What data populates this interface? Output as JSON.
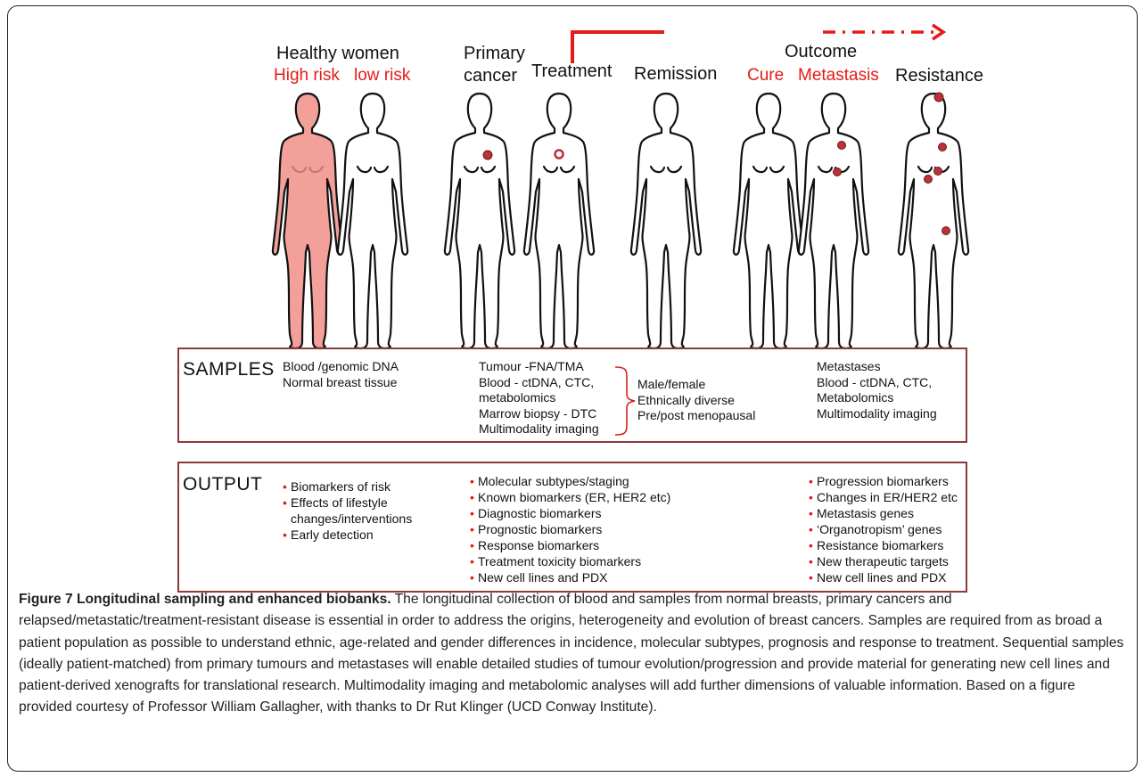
{
  "headers": {
    "healthy": "Healthy women",
    "high_risk": "High risk",
    "low_risk": "low risk",
    "primary_line1": "Primary",
    "primary_line2": "cancer",
    "treatment": "Treatment",
    "remission": "Remission",
    "outcome": "Outcome",
    "cure": "Cure",
    "metastasis": "Metastasis",
    "resistance": "Resistance"
  },
  "colors": {
    "accent_red": "#e41b17",
    "high_risk_fill": "#f4a09a",
    "tumour": "#b8323a",
    "box_border": "#8a3a3a"
  },
  "samples": {
    "label": "SAMPLES",
    "col1": [
      "Blood /genomic DNA",
      "Normal breast tissue"
    ],
    "col2": [
      "Tumour -FNA/TMA",
      "Blood - ctDNA, CTC,",
      "metabolomics",
      "Marrow biopsy  - DTC",
      "Multimodality imaging"
    ],
    "col3": [
      "Male/female",
      "Ethnically diverse",
      "Pre/post menopausal"
    ],
    "col4": [
      "Metastases",
      "Blood - ctDNA, CTC,",
      "Metabolomics",
      "Multimodality imaging"
    ]
  },
  "output": {
    "label": "OUTPUT",
    "col1": [
      "Biomarkers of risk",
      "Effects of lifestyle\nchanges/interventions",
      "Early detection"
    ],
    "col2": [
      "Molecular subtypes/staging",
      "Known biomarkers (ER, HER2 etc)",
      "Diagnostic biomarkers",
      "Prognostic biomarkers",
      "Response biomarkers",
      "Treatment toxicity biomarkers",
      "New cell lines and PDX"
    ],
    "col3": [
      "Progression biomarkers",
      "Changes in ER/HER2 etc",
      "Metastasis genes",
      "‘Organotropism’ genes",
      "Resistance biomarkers",
      "New therapeutic targets",
      "New cell lines and PDX"
    ]
  },
  "caption": {
    "title": "Figure 7 Longitudinal sampling and enhanced biobanks.",
    "body": " The longitudinal collection of blood and samples from normal breasts, primary cancers and relapsed/metastatic/treatment-resistant disease is essential in order to address the origins, heterogeneity and evolution of breast cancers. Samples are required from as broad a patient population as possible to understand ethnic, age-related and gender differences in incidence, molecular subtypes, prognosis and response to treatment. Sequential samples (ideally patient-matched) from primary tumours and metastases will enable detailed studies of tumour evolution/progression and provide material for generating new cell lines and patient-derived xenografts for translational research. Multimodality imaging and metabolomic analyses will add further dimensions of valuable information. Based on a figure provided courtesy of Professor William Gallagher, with thanks to Dr Rut Klinger (UCD Conway Institute)."
  }
}
